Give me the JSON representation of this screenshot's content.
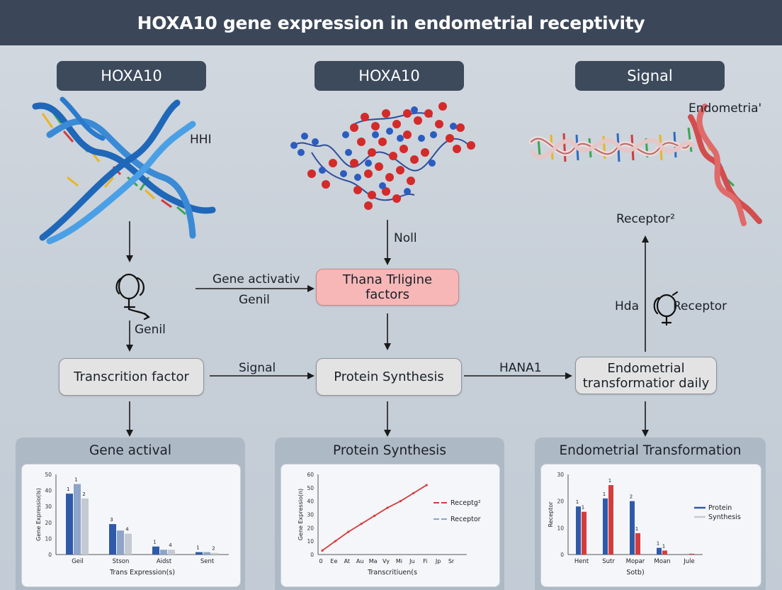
{
  "title": "HOXA10 gene expression in endometrial receptivity",
  "columns": {
    "left_header": "HOXA10",
    "middle_header": "HOXA10",
    "right_header": "Signal"
  },
  "illustration_labels": {
    "dna_left": "HHI",
    "dna_right": "Endometria'",
    "protein_arrow": "Noll",
    "receptor_top": "Receptor²",
    "hda": "Hda",
    "receptor_icon": "Receptor"
  },
  "flow": {
    "gene_activation_top": "Gene activativ",
    "gene_activation_bottom": "Genil",
    "left_genil": "Genil",
    "signal": "Signal",
    "hana": "HANA1",
    "pink_box": "Thana Trligine factors",
    "transcription_box": "Transcrition factor",
    "protein_box": "Protein Synthesis",
    "endometrial_box": "Endometrial transformatior daily"
  },
  "panels": {
    "left_title": "Gene actival",
    "middle_title": "Protein Synthesis",
    "right_title": "Endometrial Transformation"
  },
  "colors": {
    "primary_blue": "#2f5aa8",
    "light_blue": "#8ea4c8",
    "grey_bar": "#c5cad2",
    "red": "#d43c3c",
    "pink_box": "#f7b7b7",
    "header": "#3b4759"
  },
  "chart_data": [
    {
      "type": "bar",
      "ylabel": "Gene Expressio(ls)",
      "xlabel": "Trans Expression(s)",
      "categories": [
        "Geil",
        "Stson",
        "Aidst",
        "Sent"
      ],
      "yticks": [
        "0",
        "10",
        "20",
        "30",
        "40",
        "50"
      ],
      "ylim": [
        0,
        50
      ],
      "series": [
        {
          "values": [
            38,
            19,
            5,
            1.5
          ],
          "labels": [
            "1",
            "3",
            "1",
            "1"
          ],
          "color": "#2f5aa8"
        },
        {
          "values": [
            44,
            15,
            3,
            1.5
          ],
          "labels": [
            "1",
            "",
            "",
            ""
          ],
          "color": "#8ea4c8"
        },
        {
          "values": [
            35,
            13,
            3,
            1
          ],
          "labels": [
            "2",
            "4",
            "4",
            "2"
          ],
          "color": "#c5cad2"
        }
      ]
    },
    {
      "type": "line",
      "ylabel": "Gene Expressio(n)",
      "xlabel": "Transcritiuen(s",
      "categories": [
        "0",
        "Ee",
        "At",
        "Au",
        "Ma",
        "Vy",
        "Mi",
        "Ju",
        "Fi",
        "Jp",
        "Sr"
      ],
      "yticks": [
        "0",
        "10",
        "20",
        "30",
        "40",
        "50",
        "60"
      ],
      "ylim": [
        0,
        60
      ],
      "legend": [
        "Receptg²",
        "Receptor"
      ],
      "series": [
        {
          "name": "Receptg²",
          "x": [
            0,
            1,
            2,
            3,
            4,
            5,
            6,
            7,
            8
          ],
          "y": [
            3,
            10,
            17,
            23,
            29,
            35,
            40,
            46,
            52
          ],
          "color": "#d43c3c"
        }
      ]
    },
    {
      "type": "bar",
      "ylabel": "Receptor",
      "xlabel": "Sotb)",
      "categories": [
        "Hent",
        "Sutr",
        "Mopar",
        "Moan",
        "Jule"
      ],
      "yticks": [
        "0",
        "10",
        "20",
        "30"
      ],
      "ylim": [
        0,
        30
      ],
      "legend": [
        "Protein",
        "Synthesis"
      ],
      "series": [
        {
          "values": [
            18,
            21,
            20,
            2.5,
            0
          ],
          "labels": [
            "1",
            "1",
            "2",
            "1",
            ""
          ],
          "color": "#2f5aa8"
        },
        {
          "values": [
            16,
            26,
            8,
            1.5,
            0.3
          ],
          "labels": [
            "1",
            "1",
            "1",
            "1",
            ""
          ],
          "color": "#d43c3c"
        }
      ]
    }
  ]
}
